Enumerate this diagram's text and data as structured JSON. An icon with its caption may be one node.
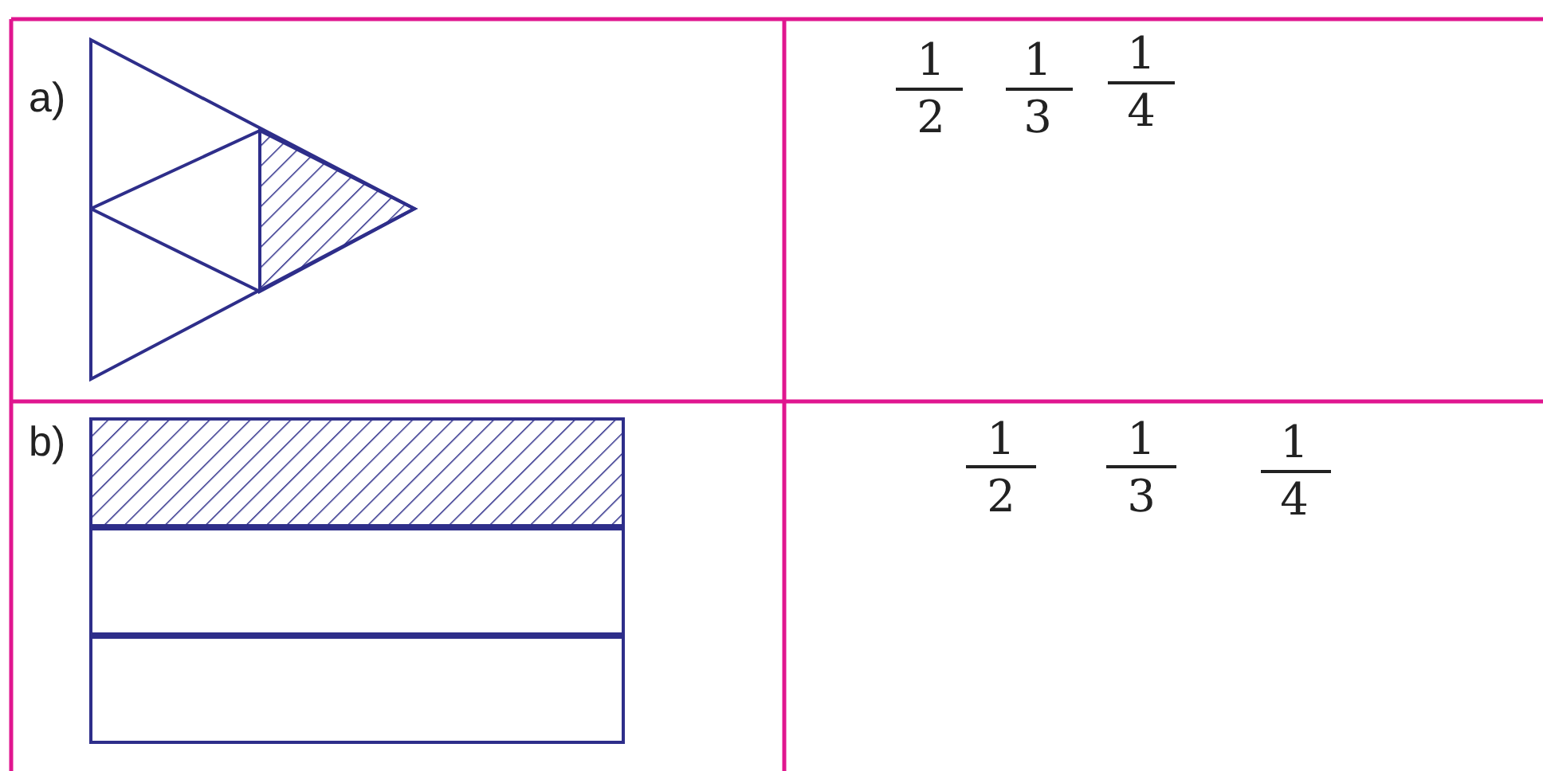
{
  "diagram": {
    "labels": [
      "a)",
      "1",
      "1",
      "1",
      "2",
      "3",
      "4",
      "b)",
      "1",
      "1",
      "1",
      "2",
      "3",
      "4"
    ]
  }
}
